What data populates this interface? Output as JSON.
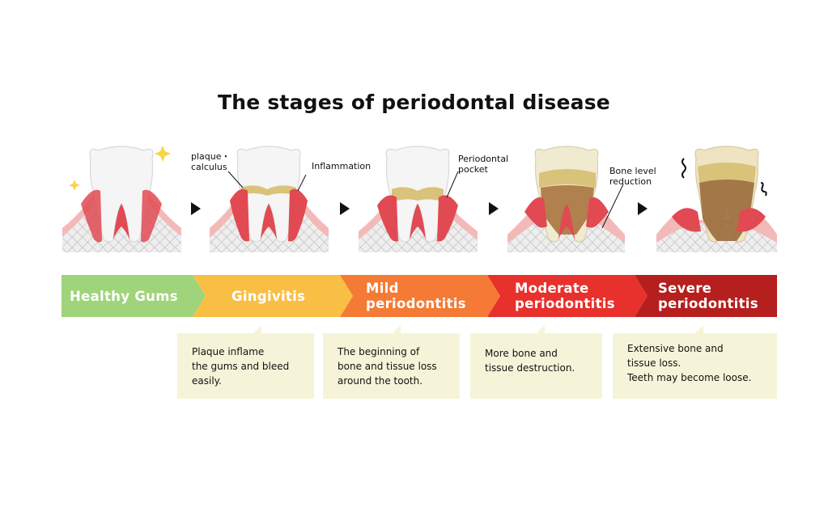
{
  "title": "The stages of periodontal disease",
  "colors": {
    "gum": "#e14a52",
    "gum_light": "#f3b9b9",
    "tooth": "#f4f4f4",
    "plaque": "#d9c27a",
    "stage_healthy": "#9fd47a",
    "stage_gingivitis": "#f9bf45",
    "stage_mild": "#f47a35",
    "stage_moderate": "#e8302c",
    "stage_severe": "#b51f1d",
    "desc_bg": "#f6f4d8"
  },
  "annotations": {
    "plaque": "plaque・\ncalculus",
    "inflammation": "Inflammation",
    "pocket": "Periodontal\npocket",
    "bone": "Bone level\nreduction"
  },
  "stages": [
    {
      "label": "Healthy Gums"
    },
    {
      "label": "Gingivitis"
    },
    {
      "label": "Mild\nperiodontitis"
    },
    {
      "label": "Moderate\nperiodontitis"
    },
    {
      "label": "Severe\nperiodontitis"
    }
  ],
  "descriptions": [
    "Plaque inflame\nthe gums and bleed\neasily.",
    "The beginning of\nbone and tissue loss\naround the tooth.",
    "More bone and\ntissue destruction.",
    "Extensive bone and\ntissue loss.\nTeeth may become loose."
  ]
}
